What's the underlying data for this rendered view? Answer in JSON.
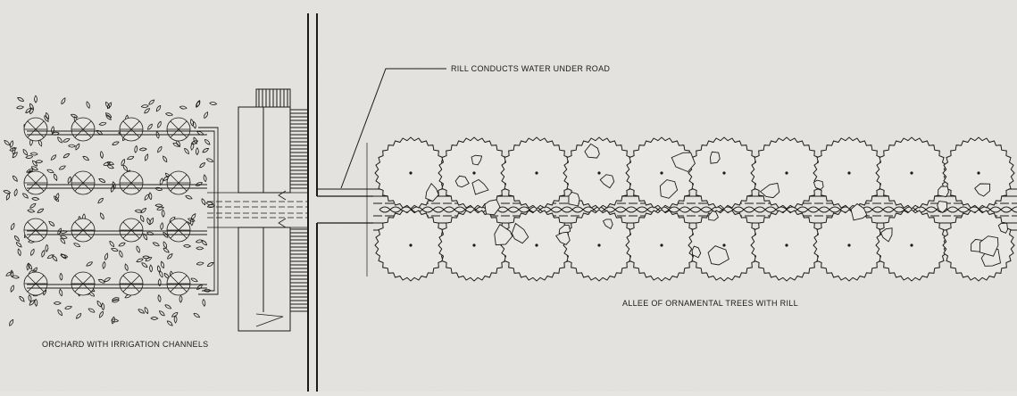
{
  "labels": {
    "rill": "RILL CONDUCTS WATER UNDER ROAD",
    "allee": "ALLEE OF ORNAMENTAL TREES WITH RILL",
    "orchard": "ORCHARD WITH IRRIGATION CHANNELS"
  },
  "colors": {
    "paper": "#e6e5e1",
    "ink": "#1a1a1a"
  }
}
